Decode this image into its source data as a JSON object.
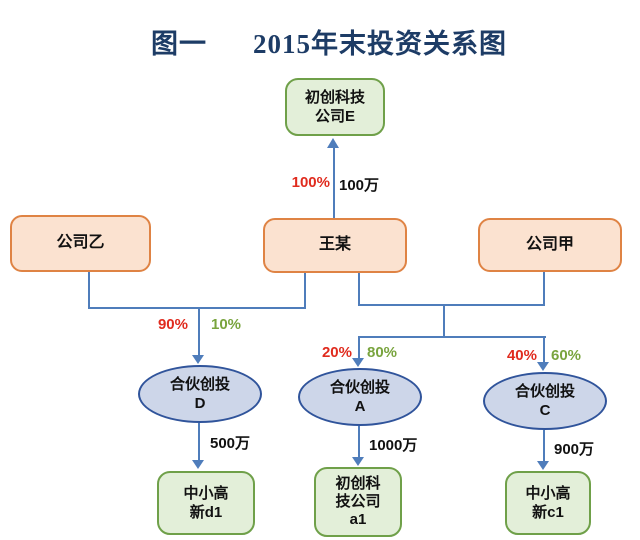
{
  "title": {
    "prefix": "图一",
    "text": "2015年末投资关系图"
  },
  "nodes": {
    "company_e": {
      "line1": "初创科技",
      "line2": "公司E"
    },
    "company_yi": {
      "label": "公司乙"
    },
    "wang_mou": {
      "label": "王某"
    },
    "company_jia": {
      "label": "公司甲"
    },
    "partner_d": {
      "line1": "合伙创投",
      "line2": "D"
    },
    "partner_a": {
      "line1": "合伙创投",
      "line2": "A"
    },
    "partner_c": {
      "line1": "合伙创投",
      "line2": "C"
    },
    "sme_d1": {
      "line1": "中小高",
      "line2": "新d1"
    },
    "startup_a1": {
      "line1": "初创科",
      "line2": "技公司",
      "line3": "a1"
    },
    "sme_c1": {
      "line1": "中小高",
      "line2": "新c1"
    }
  },
  "edges": {
    "e_percent": "100%",
    "e_amount": "100万",
    "d_left_percent": "90%",
    "d_right_percent": "10%",
    "a_left_percent": "20%",
    "a_right_percent": "80%",
    "c_left_percent": "40%",
    "c_right_percent": "60%",
    "d1_amount": "500万",
    "a1_amount": "1000万",
    "c1_amount": "900万"
  },
  "colors": {
    "title_navy": "#1d3c66",
    "line_blue": "#4f7dbb",
    "percent_red": "#e02b1e",
    "percent_green": "#79a43e",
    "amount_black": "#111111",
    "orange_border": "#df8344",
    "orange_fill": "#fbe2d0",
    "green_border": "#6fa049",
    "green_fill": "#e3efd9",
    "ellipse_border": "#30549b",
    "ellipse_fill": "#cdd6e9"
  }
}
